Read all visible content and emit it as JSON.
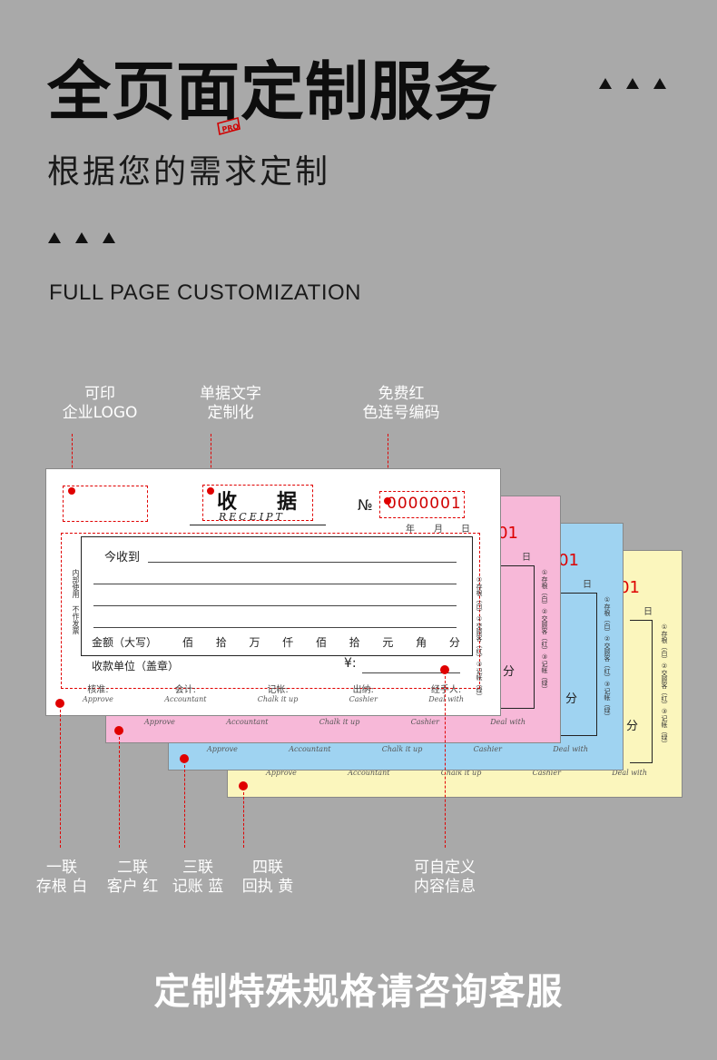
{
  "header": {
    "title": "全页面定制服务",
    "pro_badge": "PRO",
    "subtitle": "根据您的需求定制",
    "english": "FULL PAGE CUSTOMIZATION"
  },
  "callouts_top": [
    {
      "line1": "可印",
      "line2": "企业LOGO"
    },
    {
      "line1": "单据文字",
      "line2": "定制化"
    },
    {
      "line1": "免费红",
      "line2": "色连号编码"
    }
  ],
  "callouts_bottom": [
    {
      "line1": "一联",
      "line2": "存根 白"
    },
    {
      "line1": "二联",
      "line2": "客户 红"
    },
    {
      "line1": "三联",
      "line2": "记账 蓝"
    },
    {
      "line1": "四联",
      "line2": "回执 黄"
    },
    {
      "line1": "可自定义",
      "line2": "内容信息"
    }
  ],
  "receipt": {
    "title": "收　　据",
    "title_en": "RECEIPT",
    "no_label": "№",
    "serial": "0000001",
    "serial_partial": "01",
    "date_year": "年",
    "date_month": "月",
    "date_day": "日",
    "received_from": "今收到",
    "amount_label": "金额（大写）",
    "units": [
      "佰",
      "拾",
      "万",
      "仟",
      "佰",
      "拾",
      "元",
      "角",
      "分"
    ],
    "unit_fen": "分",
    "payer_label": "收款单位（盖章）",
    "yen_label": "¥:",
    "side_left": "内部使用　不作发票",
    "side_right": "①存根（白）②交顾客（红）③记帐（绿）",
    "signatures": [
      {
        "zh": "核准:",
        "en": "Approve"
      },
      {
        "zh": "会计:",
        "en": "Accountant"
      },
      {
        "zh": "记帐:",
        "en": "Chalk it up"
      },
      {
        "zh": "出纳:",
        "en": "Cashier"
      },
      {
        "zh": "经手人:",
        "en": "Deal with"
      }
    ]
  },
  "colors": {
    "background": "#a9a9a9",
    "accent_red": "#e00000",
    "copy_white": "#ffffff",
    "copy_pink": "#f7b8d8",
    "copy_blue": "#9fd3f1",
    "copy_yellow": "#fbf6bd"
  },
  "icons": [
    "triangle-icon",
    "pro-badge-icon"
  ],
  "footer": {
    "text": "定制特殊规格请咨询客服"
  }
}
